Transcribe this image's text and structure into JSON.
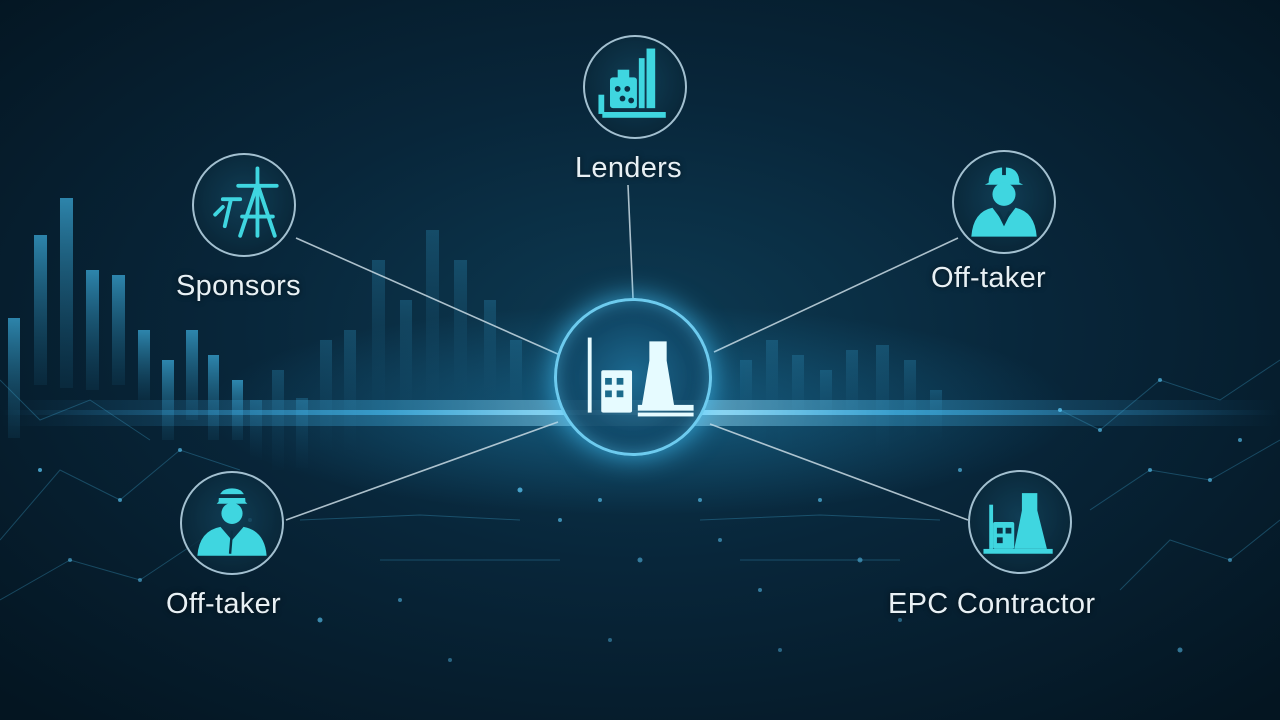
{
  "diagram": {
    "hub": {
      "icon": "power-plant-icon"
    },
    "nodes": [
      {
        "id": "lenders",
        "label": "Lenders",
        "icon": "factory-icon"
      },
      {
        "id": "sponsors",
        "label": "Sponsors",
        "icon": "tools-tower-icon"
      },
      {
        "id": "offtaker-right",
        "label": "Off-taker",
        "icon": "engineer-icon"
      },
      {
        "id": "offtaker-left",
        "label": "Off-taker",
        "icon": "engineer-icon"
      },
      {
        "id": "epc",
        "label": "EPC Contractor",
        "icon": "cooling-tower-icon"
      }
    ]
  },
  "colors": {
    "accent": "#3fd6e0",
    "background": "#061a26",
    "text": "#e8f0f4"
  }
}
